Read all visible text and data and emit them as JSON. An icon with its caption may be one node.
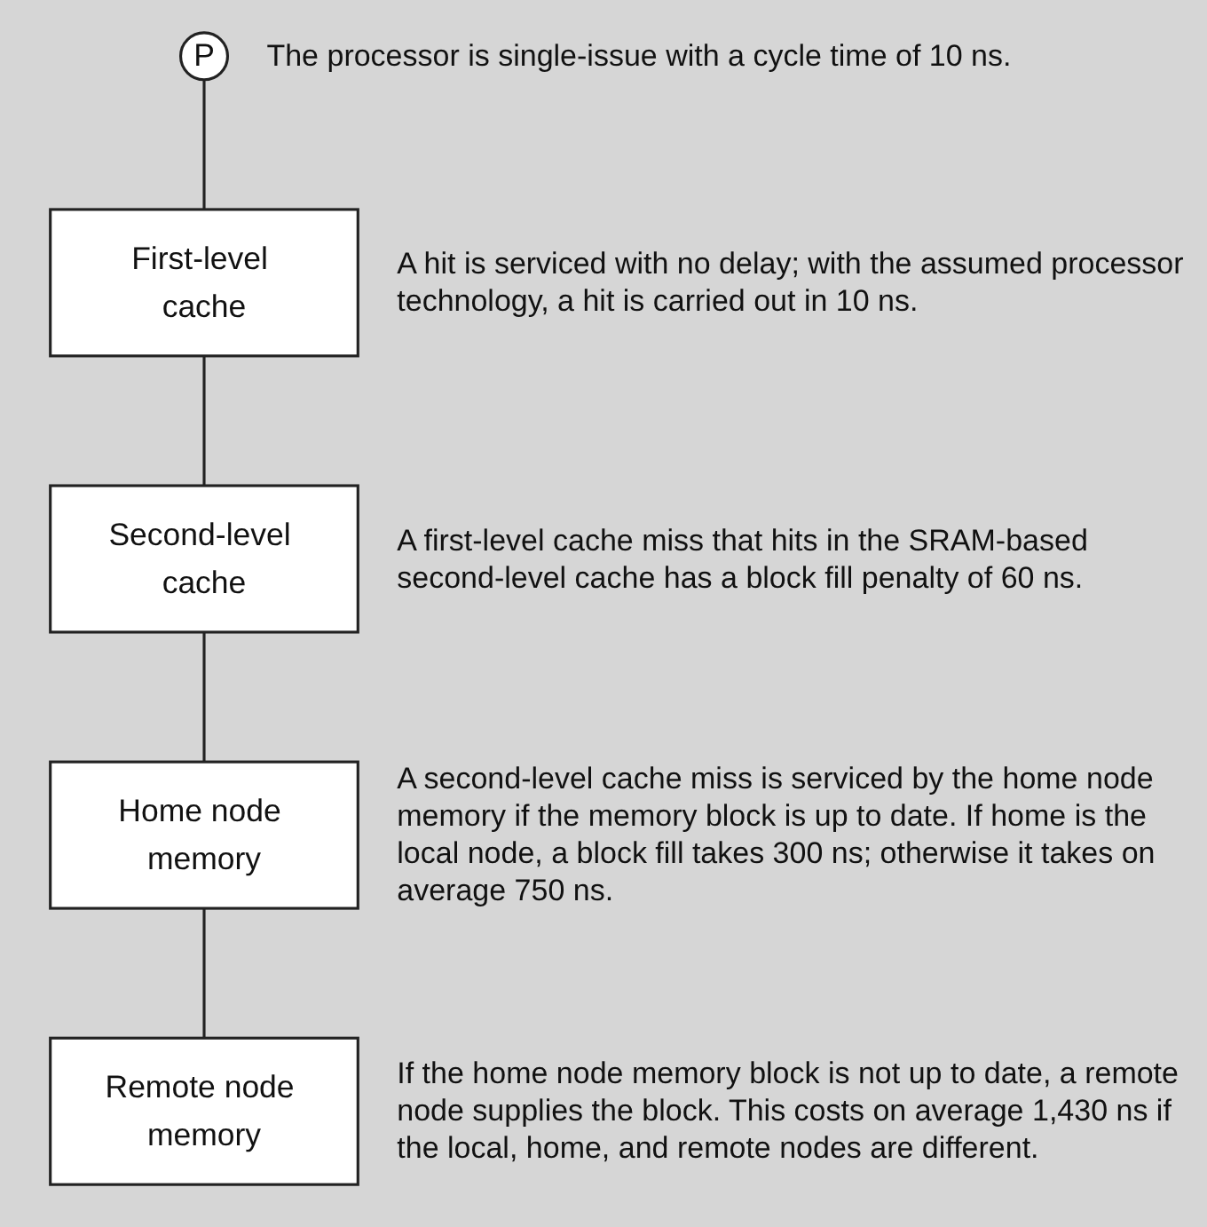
{
  "diagram": {
    "nodes": [
      {
        "text": [
          "P"
        ],
        "beside": [
          "The processor is single-issue with a cycle time of 10 ns."
        ]
      },
      {
        "text": [
          "First-level cache"
        ],
        "beside": [
          "A hit is serviced with no delay; with the assumed processor technology, a hit is carried out in 10 ns."
        ]
      },
      {
        "text": [
          "Second-level cache"
        ],
        "beside": [
          "A first-level cache miss that hits in the SRAM-based second-level cache has a block fill penalty of 60 ns."
        ]
      },
      {
        "text": [
          "Home node memory"
        ],
        "beside": [
          "A second-level cache miss is serviced by the home node memory if the memory block is up to date. If home is the local node, a block fill takes 300 ns; otherwise it takes on average 750 ns."
        ]
      },
      {
        "text": [
          "Remote node memory"
        ],
        "beside": [
          "If the home node memory block is not up to date, a remote node supplies the block. This costs on average 1,430 ns if the local, home, and remote nodes are different."
        ]
      }
    ],
    "edges": [
      {
        "from": 0,
        "to": 1,
        "arrow": "none"
      },
      {
        "from": 1,
        "to": 2,
        "arrow": "none"
      },
      {
        "from": 2,
        "to": 3,
        "arrow": "none"
      },
      {
        "from": 3,
        "to": 4,
        "arrow": "none"
      }
    ]
  }
}
